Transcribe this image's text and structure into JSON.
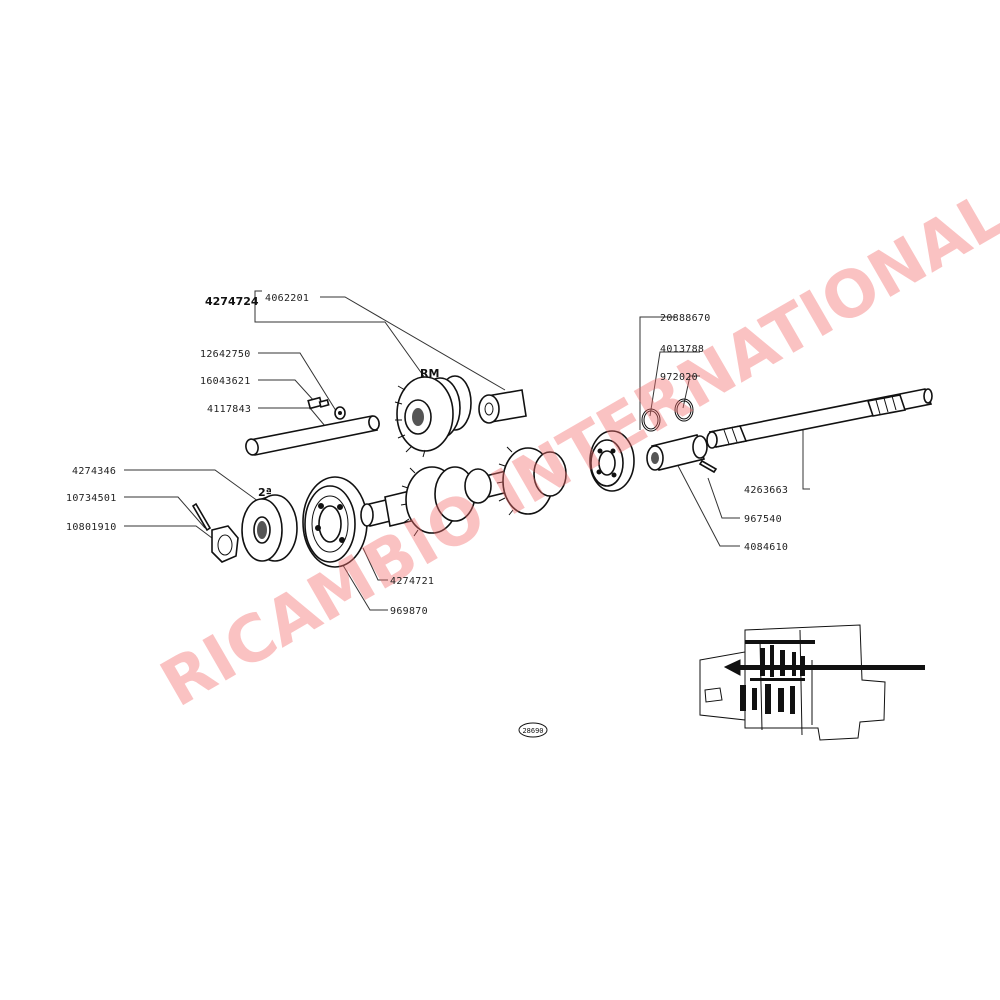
{
  "group_label": "4274724",
  "part_numbers": {
    "p4062201": "4062201",
    "p12642750": "12642750",
    "p16043621": "16043621",
    "p4117843": "4117843",
    "p4274346": "4274346",
    "p10734501": "10734501",
    "p10801910": "10801910",
    "p4274721": "4274721",
    "p969870": "969870",
    "p20888670": "20888670",
    "p4013788": "4013788",
    "p972020": "972020",
    "p4263663": "4263663",
    "p967540": "967540",
    "p4084610": "4084610"
  },
  "gear_marks": {
    "reverse": "RM",
    "second": "2ª"
  },
  "figure_number": "28690",
  "watermark": "RICAMBIO INTERNATIONAL",
  "colors": {
    "ink": "#111111",
    "watermark": "#f26d6d",
    "background": "#ffffff"
  }
}
